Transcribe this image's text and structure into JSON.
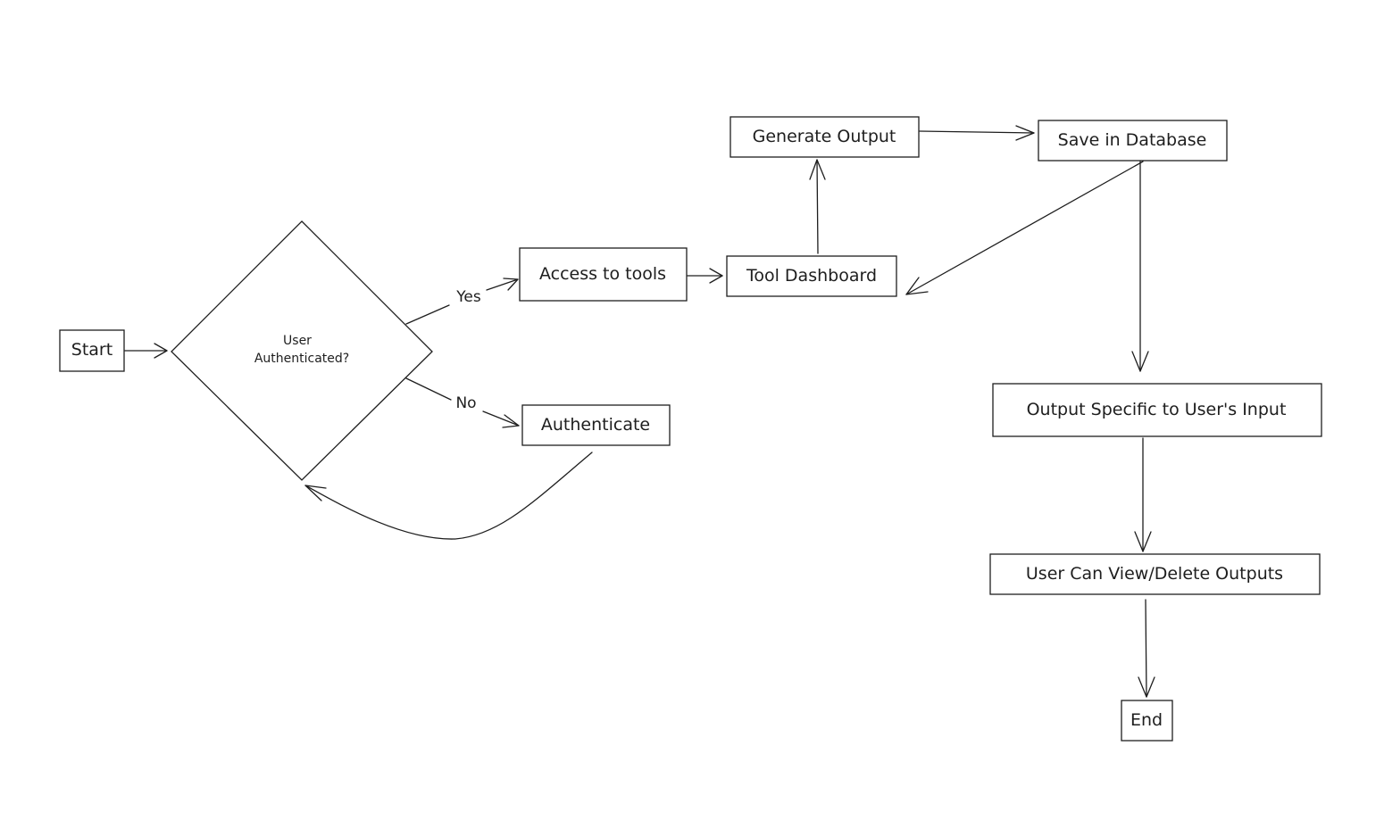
{
  "diagram": {
    "nodes": {
      "start": "Start",
      "decision_line1": "User",
      "decision_line2": "Authenticated?",
      "access_tools": "Access to tools",
      "authenticate": "Authenticate",
      "tool_dashboard": "Tool Dashboard",
      "generate_output": "Generate Output",
      "save_database": "Save in Database",
      "output_specific": "Output Specific to User's Input",
      "view_delete": "User Can View/Delete Outputs",
      "end": "End"
    },
    "edge_labels": {
      "yes": "Yes",
      "no": "No"
    },
    "edges": [
      [
        "Start",
        "User Authenticated?"
      ],
      [
        "User Authenticated?",
        "Access to tools",
        "Yes"
      ],
      [
        "User Authenticated?",
        "Authenticate",
        "No"
      ],
      [
        "Authenticate",
        "User Authenticated?"
      ],
      [
        "Access to tools",
        "Tool Dashboard"
      ],
      [
        "Tool Dashboard",
        "Generate Output"
      ],
      [
        "Generate Output",
        "Save in Database"
      ],
      [
        "Save in Database",
        "Tool Dashboard"
      ],
      [
        "Save in Database",
        "Output Specific to User's Input"
      ],
      [
        "Output Specific to User's Input",
        "User Can View/Delete Outputs"
      ],
      [
        "User Can View/Delete Outputs",
        "End"
      ]
    ]
  }
}
